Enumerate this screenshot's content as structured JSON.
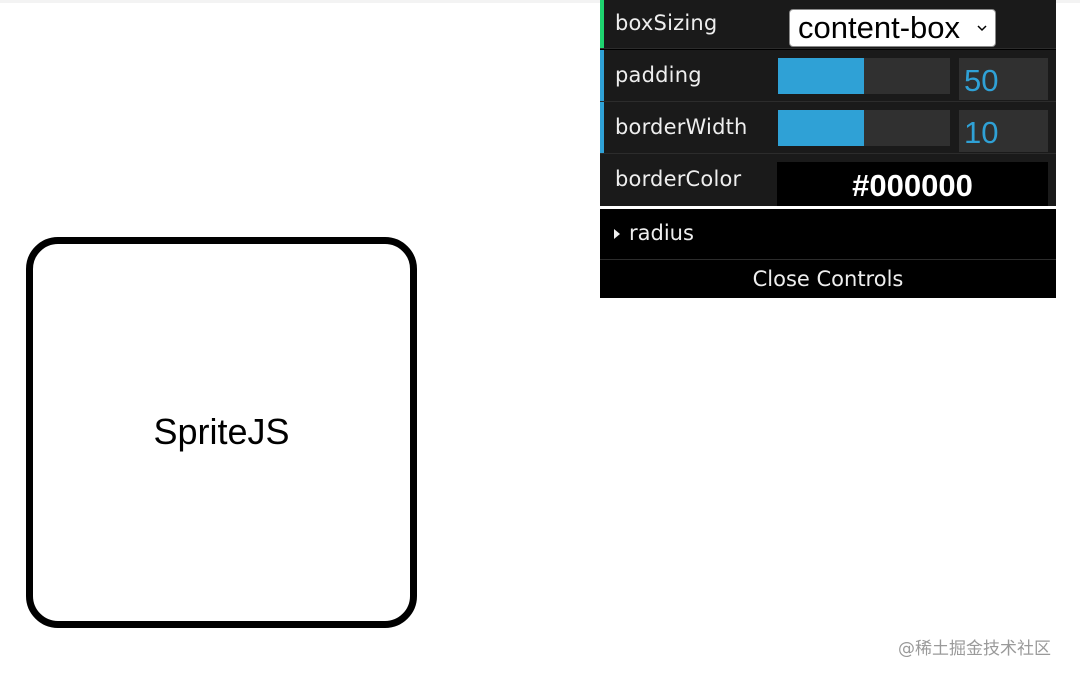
{
  "canvas": {
    "sprite_text": "SpriteJS"
  },
  "controls": {
    "box_sizing": {
      "label": "boxSizing",
      "value": "content-box",
      "accent_color": "#1ed36f"
    },
    "padding": {
      "label": "padding",
      "value": "50",
      "slider_fraction": 0.5,
      "accent_color": "#2fa1d6"
    },
    "border_width": {
      "label": "borderWidth",
      "value": "10",
      "slider_fraction": 0.5,
      "accent_color": "#2fa1d6"
    },
    "border_color": {
      "label": "borderColor",
      "value": "#000000"
    },
    "radius_folder": {
      "label": "radius"
    },
    "close_label": "Close Controls"
  },
  "watermark": "@稀土掘金技术社区",
  "colors": {
    "slider_fill": "#2fa1d6",
    "slider_track": "#303030",
    "panel_bg": "#1a1a1a"
  }
}
